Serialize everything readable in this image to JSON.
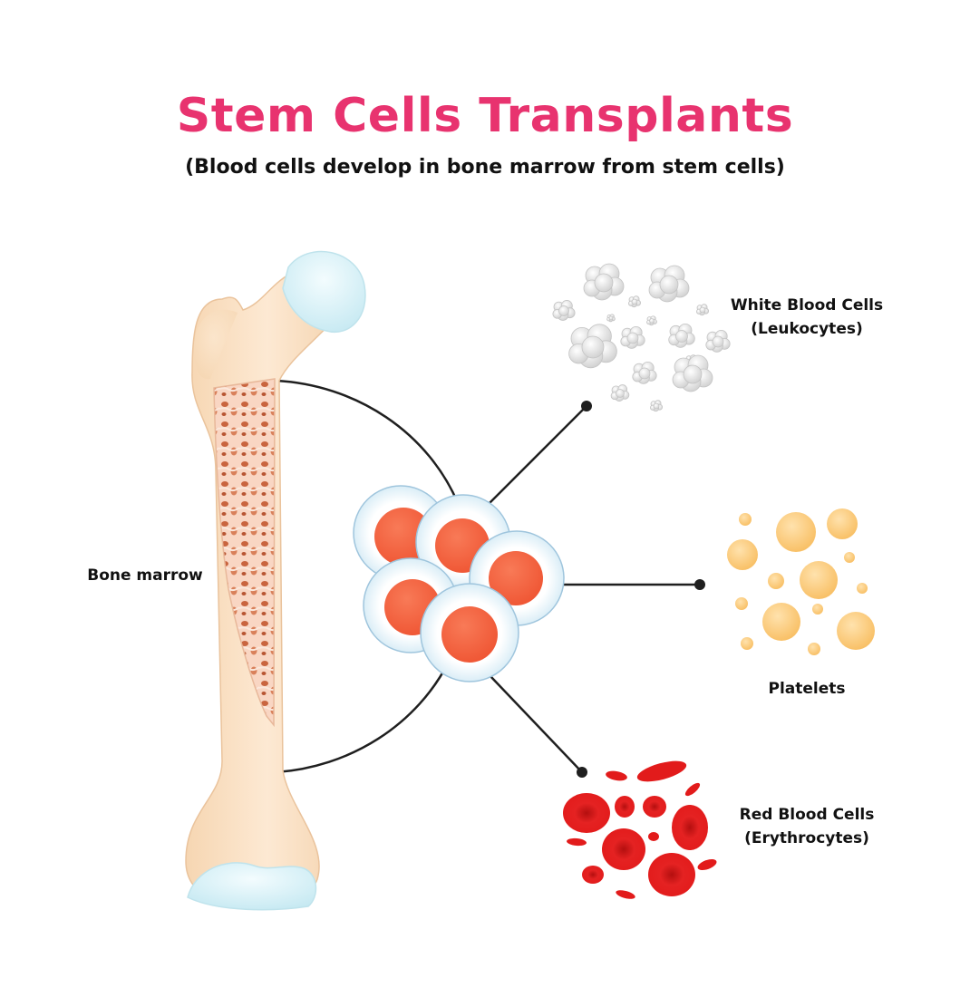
{
  "title": "Stem Cells Transplants",
  "subtitle": "(Blood cells develop in bone marrow from stem cells)",
  "labels": {
    "bone_marrow": "Bone marrow",
    "white_blood_cells": "White Blood Cells",
    "leukocytes": "(Leukocytes)",
    "platelets": "Platelets",
    "red_blood_cells": "Red Blood Cells",
    "erythrocytes": "(Erythrocytes)"
  },
  "colors": {
    "title": "#e8336f",
    "bone": "#fbe3c6",
    "cartilage": "#dcf3f8",
    "marrow": "#f3c3ad",
    "stem_nucleus": "#f4663f",
    "platelet": "#fbc76c",
    "red_cell": "#e01b1b",
    "white_cell": "#dcdcdc",
    "line": "#1f1f1f"
  }
}
